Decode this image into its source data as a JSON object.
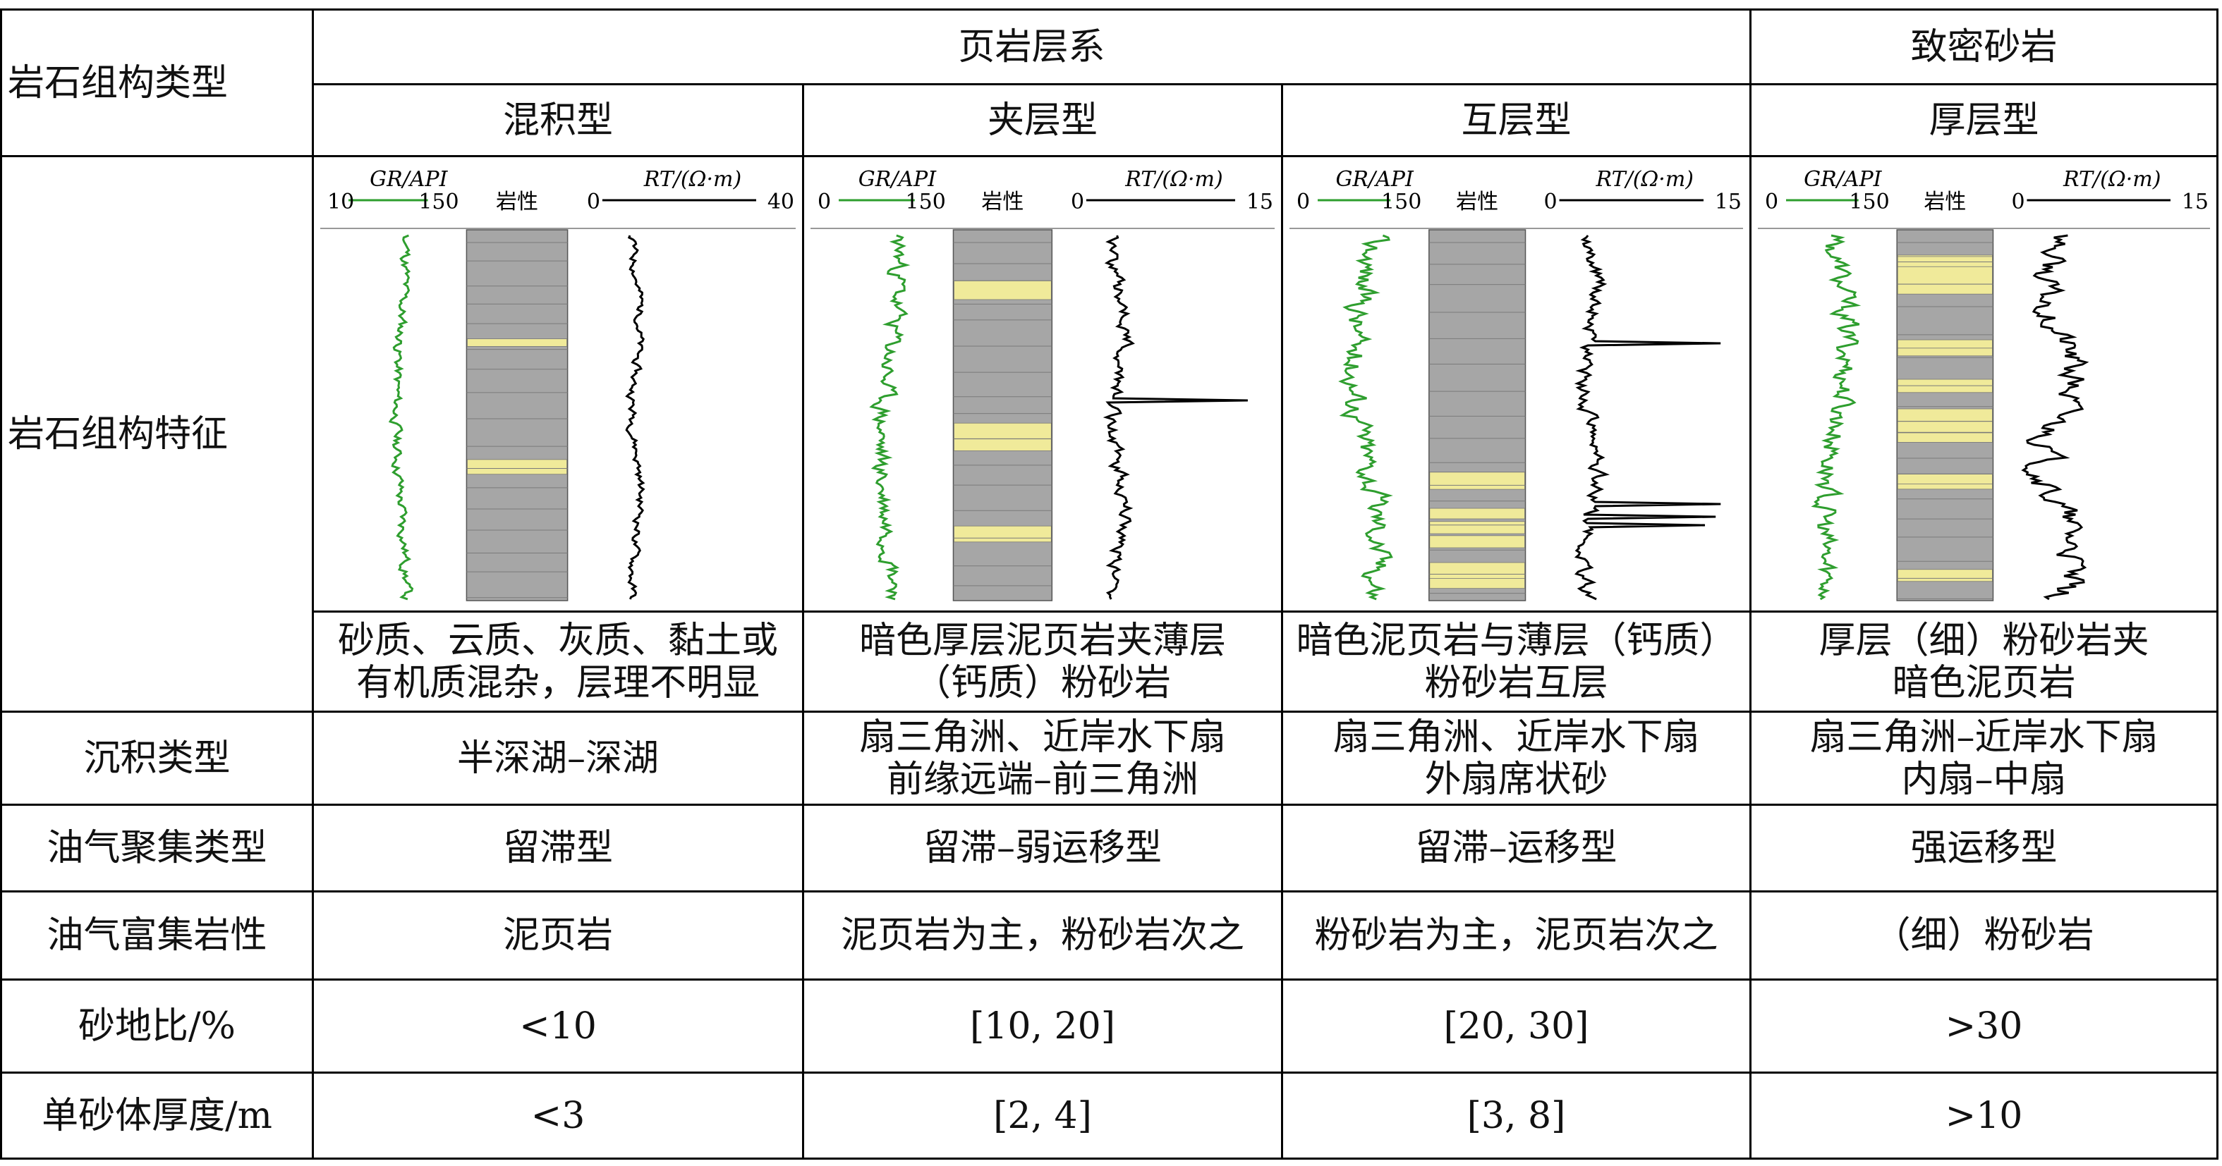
{
  "table": {
    "row_labels": {
      "rock_fabric_type": "岩石组构类型",
      "rock_fabric_feature": "岩石组构特征",
      "sedimentary_type": "沉积类型",
      "accumulation_type": "油气聚集类型",
      "enrichment_lithology": "油气富集岩性",
      "sand_ratio": "砂地比/%",
      "single_sand_thickness": "单砂体厚度/m"
    },
    "groups": {
      "shale_series": "页岩层系",
      "tight_sandstone": "致密砂岩"
    },
    "columns": [
      {
        "type": "混积型",
        "description": [
          "砂质、云质、灰质、黏土或",
          "有机质混杂，层理不明显"
        ],
        "sedimentary": [
          "半深湖–深湖"
        ],
        "accumulation": "留滞型",
        "enrichment": "泥页岩",
        "sand_ratio": "<10",
        "thickness": "<3"
      },
      {
        "type": "夹层型",
        "description": [
          "暗色厚层泥页岩夹薄层",
          "（钙质）粉砂岩"
        ],
        "sedimentary": [
          "扇三角洲、近岸水下扇",
          "前缘远端–前三角洲"
        ],
        "accumulation": "留滞–弱运移型",
        "enrichment": "泥页岩为主，粉砂岩次之",
        "sand_ratio": "[10, 20]",
        "thickness": "[2, 4]"
      },
      {
        "type": "互层型",
        "description": [
          "暗色泥页岩与薄层（钙质）",
          "粉砂岩互层"
        ],
        "sedimentary": [
          "扇三角洲、近岸水下扇",
          "外扇席状砂"
        ],
        "accumulation": "留滞–运移型",
        "enrichment": "粉砂岩为主，泥页岩次之",
        "sand_ratio": "[20, 30]",
        "thickness": "[3, 8]"
      },
      {
        "type": "厚层型",
        "description": [
          "厚层（细）粉砂岩夹",
          "暗色泥页岩"
        ],
        "sedimentary": [
          "扇三角洲–近岸水下扇",
          "内扇–中扇"
        ],
        "accumulation": "强运移型",
        "enrichment": "（细）粉砂岩",
        "sand_ratio": ">30",
        "thickness": ">10"
      }
    ]
  },
  "chart_data": [
    {
      "type": "line",
      "gr_label": "GR/API",
      "gr_min": "10",
      "gr_max": "150",
      "lith_label": "岩性",
      "rt_label": "RT/(Ω·m)",
      "rt_min": "0",
      "rt_max": "40",
      "gr_color": "#2e9e2e",
      "rt_color": "#000000",
      "sand_fraction": 0.06
    },
    {
      "type": "line",
      "gr_label": "GR/API",
      "gr_min": "0",
      "gr_max": "150",
      "lith_label": "岩性",
      "rt_label": "RT/(Ω·m)",
      "rt_min": "0",
      "rt_max": "15",
      "gr_color": "#2e9e2e",
      "rt_color": "#000000",
      "sand_fraction": 0.15
    },
    {
      "type": "line",
      "gr_label": "GR/API",
      "gr_min": "0",
      "gr_max": "150",
      "lith_label": "岩性",
      "rt_label": "RT/(Ω·m)",
      "rt_min": "0",
      "rt_max": "15",
      "gr_color": "#2e9e2e",
      "rt_color": "#000000",
      "sand_fraction": 0.25
    },
    {
      "type": "line",
      "gr_label": "GR/API",
      "gr_min": "0",
      "gr_max": "150",
      "lith_label": "岩性",
      "rt_label": "RT/(Ω·m)",
      "rt_min": "0",
      "rt_max": "15",
      "gr_color": "#2e9e2e",
      "rt_color": "#000000",
      "sand_fraction": 0.45
    }
  ],
  "colors": {
    "sand": "#f0ea9a",
    "shale": "#a6a6a6",
    "grid": "#000000"
  }
}
